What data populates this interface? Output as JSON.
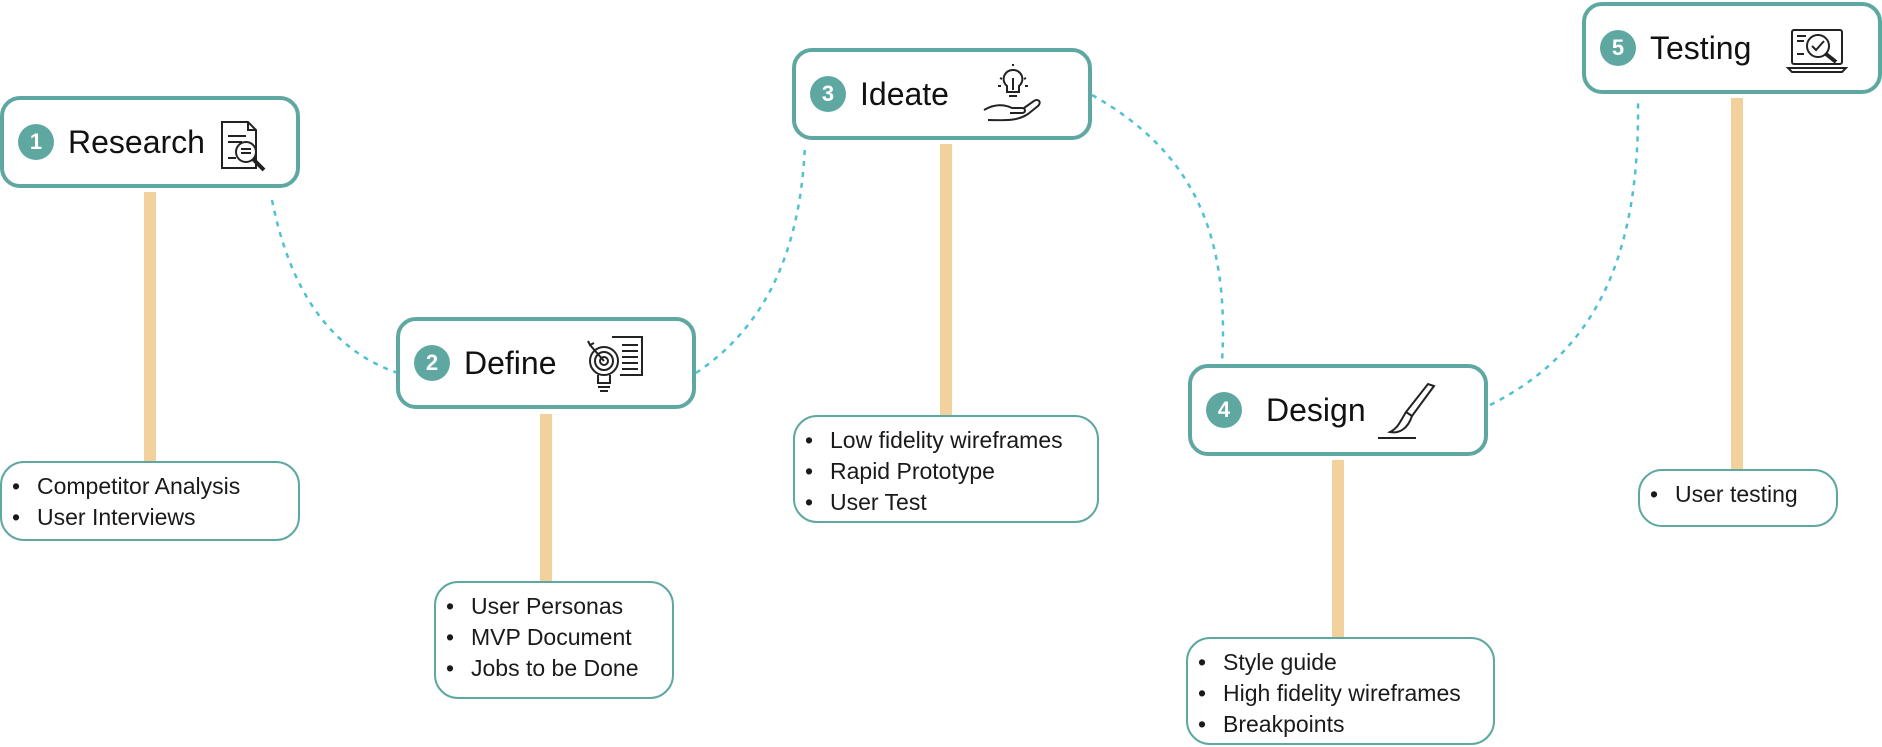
{
  "colors": {
    "accent": "#5fa8a2",
    "stem": "#f2d19d",
    "connector": "#4fc1d0"
  },
  "stages": [
    {
      "number": "1",
      "title": "Research",
      "icon": "document-search-icon",
      "items": [
        "Competitor Analysis",
        "User Interviews"
      ]
    },
    {
      "number": "2",
      "title": "Define",
      "icon": "target-lightbulb-icon",
      "items": [
        "User Personas",
        "MVP Document",
        "Jobs to be Done"
      ]
    },
    {
      "number": "3",
      "title": "Ideate",
      "icon": "hand-lightbulb-icon",
      "items": [
        "Low fidelity wireframes",
        "Rapid Prototype",
        "User Test"
      ]
    },
    {
      "number": "4",
      "title": "Design",
      "icon": "paintbrush-icon",
      "items": [
        "Style guide",
        "High fidelity wireframes",
        "Breakpoints"
      ]
    },
    {
      "number": "5",
      "title": "Testing",
      "icon": "laptop-search-icon",
      "items": [
        "User testing"
      ]
    }
  ]
}
